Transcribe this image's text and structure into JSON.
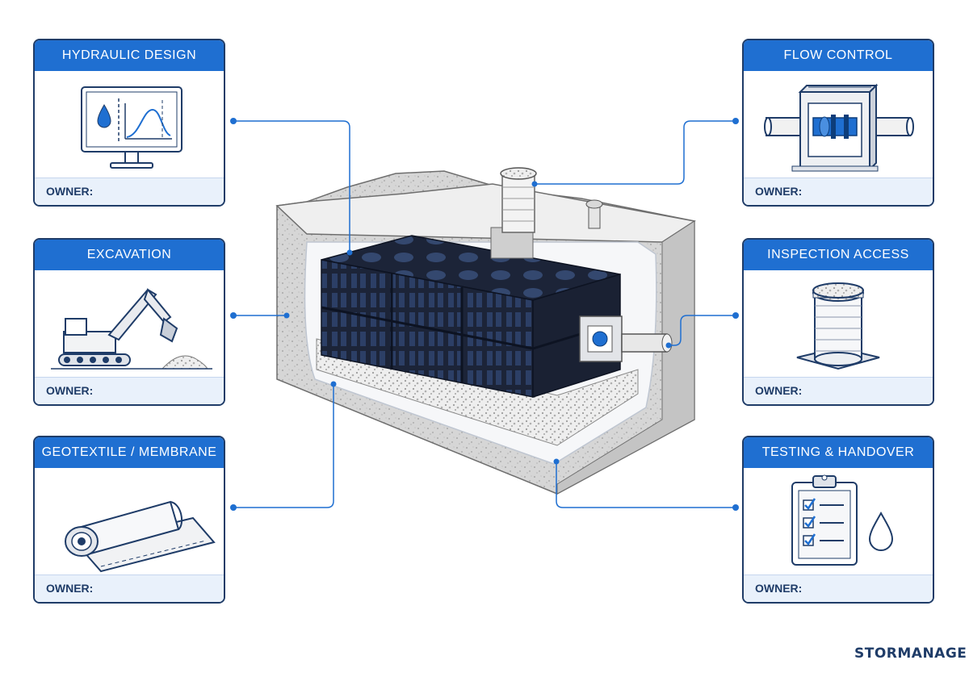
{
  "cards": [
    {
      "id": "hydraulic-design",
      "title": "HYDRAULIC DESIGN",
      "owner_label": "OWNER:",
      "icon": "monitor-chart-icon"
    },
    {
      "id": "excavation",
      "title": "EXCAVATION",
      "owner_label": "OWNER:",
      "icon": "excavator-icon"
    },
    {
      "id": "geotextile-membrane",
      "title": "GEOTEXTILE / MEMBRANE",
      "owner_label": "OWNER:",
      "icon": "fabric-roll-icon"
    },
    {
      "id": "flow-control",
      "title": "FLOW CONTROL",
      "owner_label": "OWNER:",
      "icon": "flow-control-chamber-icon"
    },
    {
      "id": "inspection-access",
      "title": "INSPECTION ACCESS",
      "owner_label": "OWNER:",
      "icon": "inspection-shaft-icon"
    },
    {
      "id": "testing-handover",
      "title": "TESTING & HANDOVER",
      "owner_label": "OWNER:",
      "icon": "clipboard-checklist-icon"
    }
  ],
  "brand": {
    "name": "STORMANAGE"
  },
  "colors": {
    "accent": "#1f6fd1",
    "outline": "#1f3c68",
    "footer": "#e9f1fb",
    "crate": "#1a2236",
    "concrete": "#d9d9d9"
  }
}
